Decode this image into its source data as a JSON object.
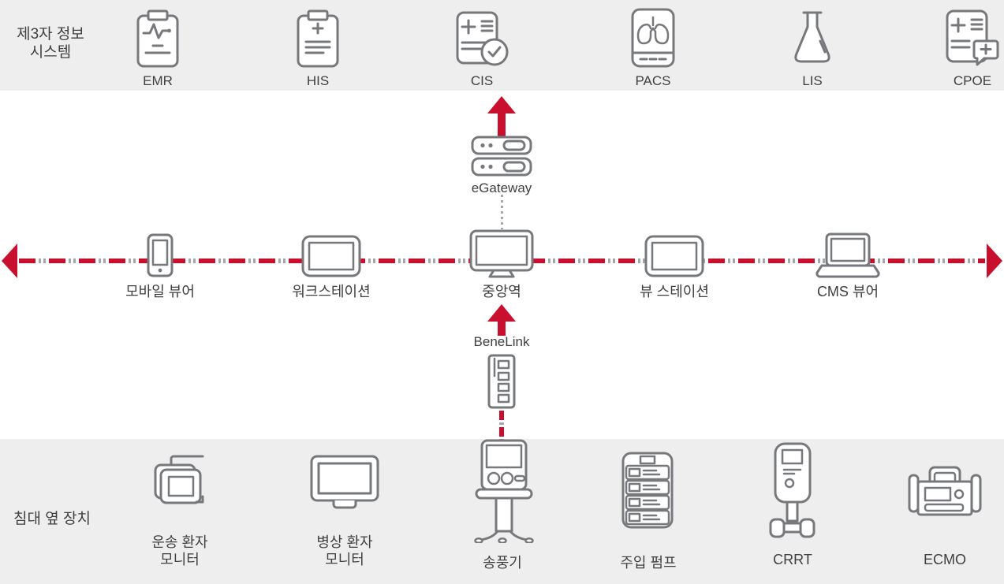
{
  "colors": {
    "band_background": "#EEEEEE",
    "accent_red": "#C8102E",
    "icon_stroke": "#77787B",
    "label_text": "#3E3F41"
  },
  "top_band": {
    "title_line1": "제3자 정보",
    "title_line2": "시스템",
    "items": [
      {
        "label": "EMR",
        "icon": "emr-clipboard-vitals-icon"
      },
      {
        "label": "HIS",
        "icon": "his-clipboard-plus-icon"
      },
      {
        "label": "CIS",
        "icon": "cis-document-check-icon"
      },
      {
        "label": "PACS",
        "icon": "pacs-lungs-tablet-icon"
      },
      {
        "label": "LIS",
        "icon": "lis-flask-icon"
      },
      {
        "label": "CPOE",
        "icon": "cpoe-order-message-icon"
      }
    ]
  },
  "network": {
    "egateway_label": "eGateway",
    "benelink_label": "BeneLink",
    "devices": [
      {
        "label": "모바일 뷰어",
        "icon": "smartphone-icon"
      },
      {
        "label": "워크스테이션",
        "icon": "tablet-icon"
      },
      {
        "label": "중앙역",
        "icon": "desktop-monitor-icon"
      },
      {
        "label": "뷰 스테이션",
        "icon": "tablet-icon"
      },
      {
        "label": "CMS 뷰어",
        "icon": "laptop-icon"
      }
    ]
  },
  "bottom_band": {
    "title": "침대 옆 장치",
    "items": [
      {
        "label_line1": "운송 환자",
        "label_line2": "모니터",
        "icon": "transport-monitor-icon"
      },
      {
        "label_line1": "병상 환자",
        "label_line2": "모니터",
        "icon": "bedside-monitor-icon"
      },
      {
        "label": "송풍기",
        "icon": "ventilator-icon"
      },
      {
        "label": "주입 펌프",
        "icon": "infusion-pump-icon"
      },
      {
        "label": "CRRT",
        "icon": "crrt-machine-icon"
      },
      {
        "label": "ECMO",
        "icon": "ecmo-machine-icon"
      }
    ]
  }
}
